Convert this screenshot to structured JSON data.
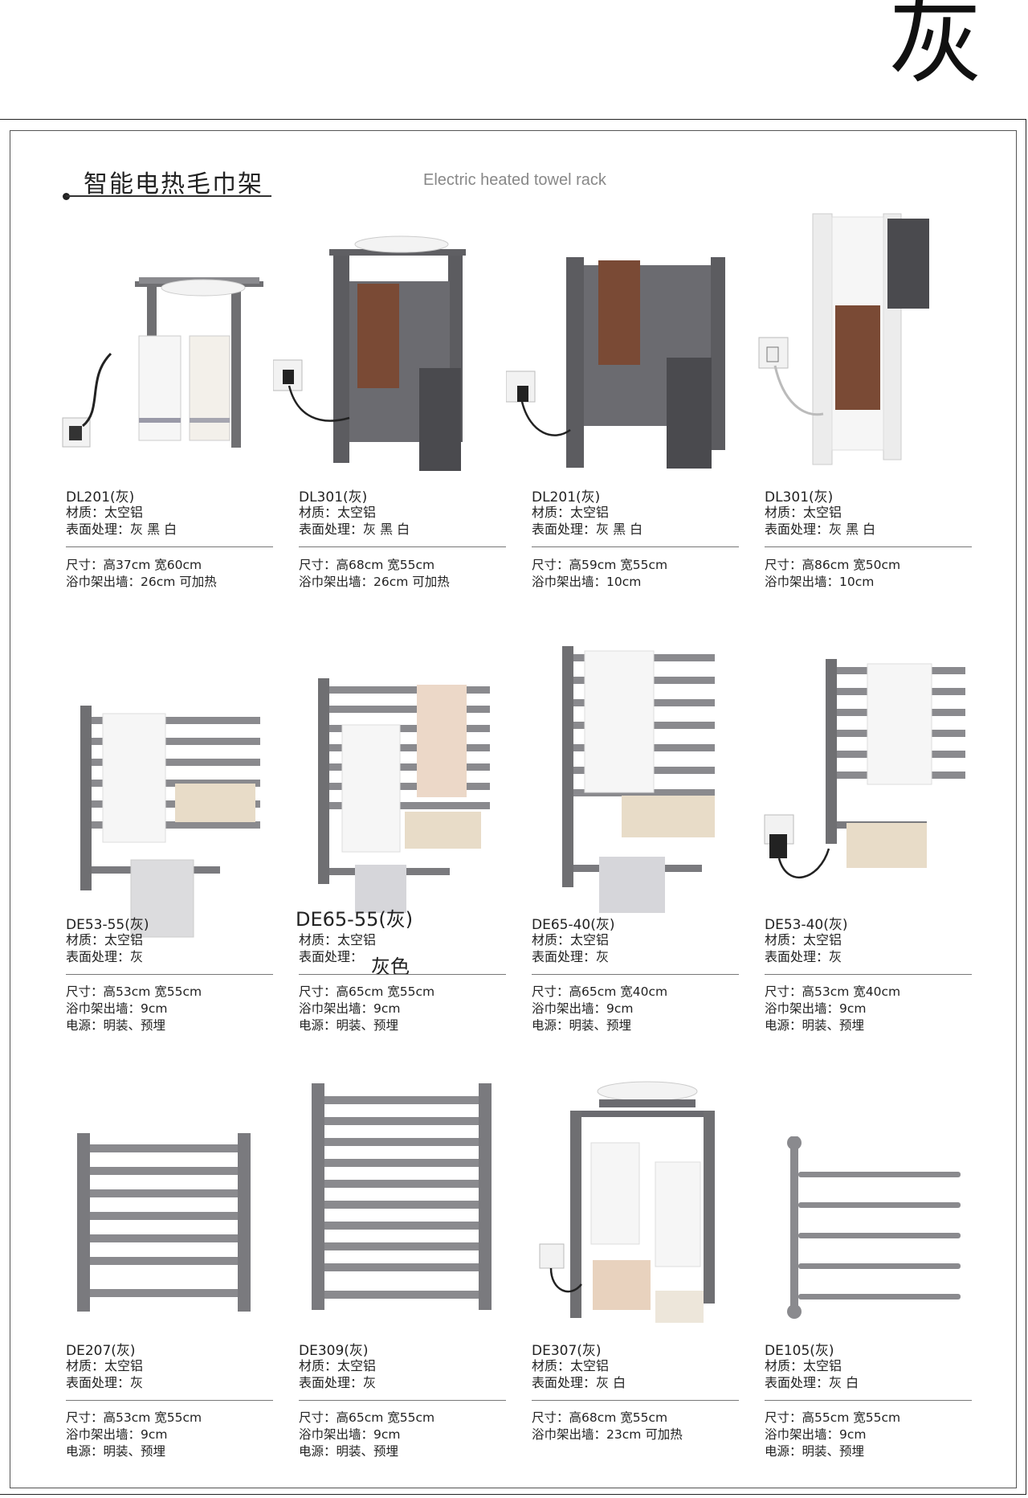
{
  "corner_mark": "灰",
  "header": {
    "title_cn": "智能电热毛巾架",
    "title_en": "Electric heated towel rack"
  },
  "products": [
    {
      "name": "DL201(灰)",
      "material": "材质：太空铝",
      "finish": "表面处理：灰 黑 白",
      "size": "尺寸：高37cm  宽60cm",
      "wall": "浴巾架出墙：26cm  可加热",
      "power": ""
    },
    {
      "name": "DL301(灰)",
      "material": "材质：太空铝",
      "finish": "表面处理：灰 黑 白",
      "size": "尺寸：高68cm  宽55cm",
      "wall": "浴巾架出墙：26cm  可加热",
      "power": ""
    },
    {
      "name": "DL201(灰)",
      "material": "材质：太空铝",
      "finish": "表面处理：灰 黑 白",
      "size": "尺寸：高59cm  宽55cm",
      "wall": "浴巾架出墙：10cm",
      "power": ""
    },
    {
      "name": "DL301(灰)",
      "material": "材质：太空铝",
      "finish": "表面处理：灰 黑 白",
      "size": "尺寸：高86cm  宽50cm",
      "wall": "浴巾架出墙：10cm",
      "power": ""
    },
    {
      "name": "DE53-55(灰)",
      "material": "材质：太空铝",
      "finish": "表面处理：灰",
      "size": "尺寸：高53cm  宽55cm",
      "wall": "浴巾架出墙：9cm",
      "power": "电源：明装、预埋"
    },
    {
      "name": "DE65-55(灰)",
      "material": "材质：太空铝",
      "finish": "表面处理：",
      "size": "尺寸：高65cm  宽55cm",
      "wall": "浴巾架出墙：9cm",
      "power": "电源：明装、预埋",
      "note": "灰色"
    },
    {
      "name": "DE65-40(灰)",
      "material": "材质：太空铝",
      "finish": "表面处理：灰",
      "size": "尺寸：高65cm  宽40cm",
      "wall": "浴巾架出墙：9cm",
      "power": "电源：明装、预埋"
    },
    {
      "name": "DE53-40(灰)",
      "material": "材质：太空铝",
      "finish": "表面处理：灰",
      "size": "尺寸：高53cm  宽40cm",
      "wall": "浴巾架出墙：9cm",
      "power": "电源：明装、预埋"
    },
    {
      "name": "DE207(灰)",
      "material": "材质：太空铝",
      "finish": "表面处理：灰",
      "size": "尺寸：高53cm  宽55cm",
      "wall": "浴巾架出墙：9cm",
      "power": "电源：明装、预埋"
    },
    {
      "name": "DE309(灰)",
      "material": "材质：太空铝",
      "finish": "表面处理：灰",
      "size": "尺寸：高65cm  宽55cm",
      "wall": "浴巾架出墙：9cm",
      "power": "电源：明装、预埋"
    },
    {
      "name": "DE307(灰)",
      "material": "材质：太空铝",
      "finish": "表面处理：灰 白",
      "size": "尺寸：高68cm  宽55cm",
      "wall": "浴巾架出墙：23cm  可加热",
      "power": ""
    },
    {
      "name": "DE105(灰)",
      "material": "材质：太空铝",
      "finish": "表面处理：灰 白",
      "size": "尺寸：高55cm  宽55cm",
      "wall": "浴巾架出墙：9cm",
      "power": "电源：明装、预埋"
    }
  ],
  "colors": {
    "rack_gray": "#6f6f72",
    "rack_white": "#f2f2f2",
    "towel_brown": "#7a4a35",
    "towel_dark": "#4a4a4e",
    "towel_white": "#f4f4f4",
    "towel_beige": "#e8dcc8"
  }
}
